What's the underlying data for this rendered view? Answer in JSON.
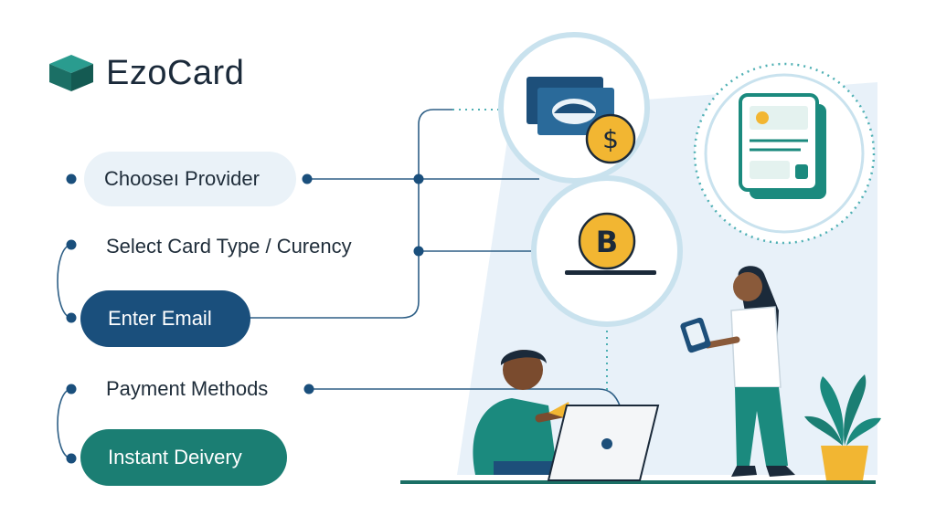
{
  "brand": {
    "name": "EzoCard",
    "logo_icon": "cube-icon"
  },
  "steps": [
    {
      "label": "Chooseı Provider",
      "style": "soft"
    },
    {
      "label": "Select  Card Type  /  Curency",
      "style": "plain"
    },
    {
      "label": "Enter Email",
      "style": "blue"
    },
    {
      "label": "Payment Methods",
      "style": "plain"
    },
    {
      "label": "Instant Deivery",
      "style": "teal"
    }
  ],
  "illustrations": {
    "bubble_1": "cash-and-coin-icon",
    "bubble_2": "bitcoin-icon",
    "bubble_3": "gift-card-document-icon",
    "people": [
      "person-with-laptop",
      "person-with-phone"
    ],
    "decor": "potted-plant"
  },
  "colors": {
    "navy": "#1a4f7c",
    "teal": "#1b7e73",
    "soft_blue": "#eaf2f8",
    "gold": "#f2b632",
    "line": "#2e5f86",
    "dotted": "#4fb0b4"
  }
}
